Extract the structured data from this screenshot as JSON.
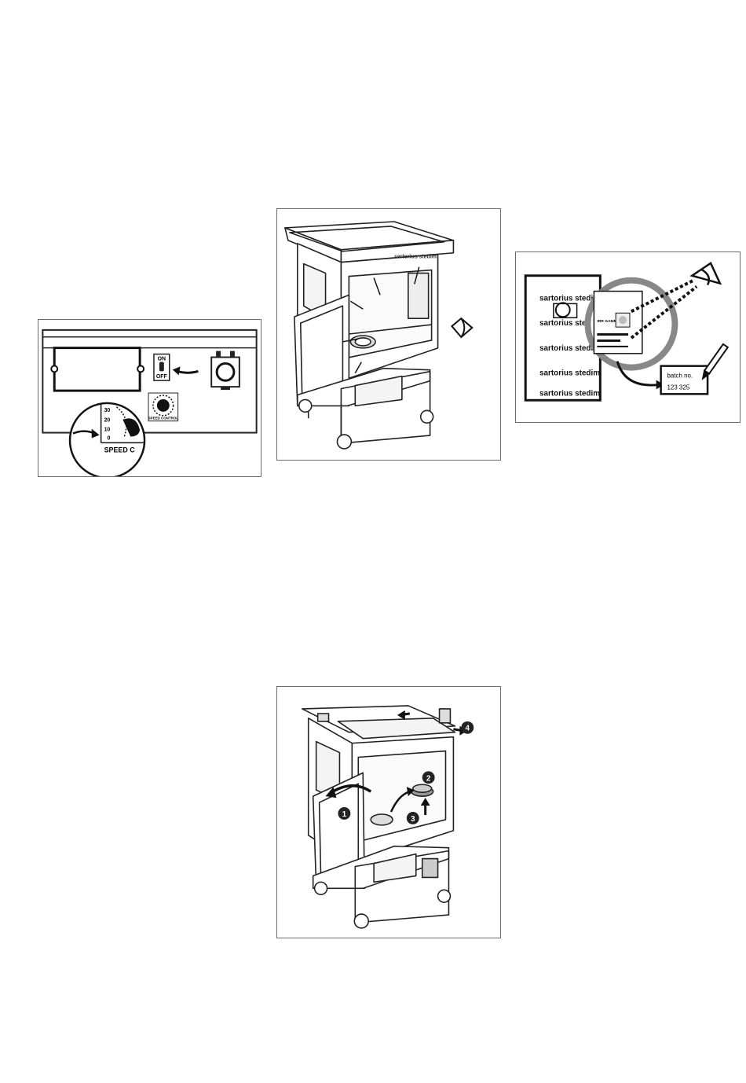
{
  "control_panel": {
    "switch_on": "ON",
    "switch_off": "OFF",
    "dial_ticks": [
      "30",
      "20",
      "10",
      "0"
    ],
    "dial_caption": "SPEED C",
    "small_knob_caption": "SPEED CONTROL"
  },
  "cart_open": {
    "brand": "sartorius stedim"
  },
  "label_check": {
    "brand_lines": [
      "sartorius stedim",
      "sartorius stedim",
      "sartorius stedim",
      "sartorius stedim",
      "sartorius stedim"
    ],
    "sticker_text": "IRR GAMMA",
    "batch_label": "batch no.",
    "batch_number": "123 325"
  },
  "cart_assembly": {
    "steps": [
      "1",
      "2",
      "3",
      "4"
    ]
  }
}
